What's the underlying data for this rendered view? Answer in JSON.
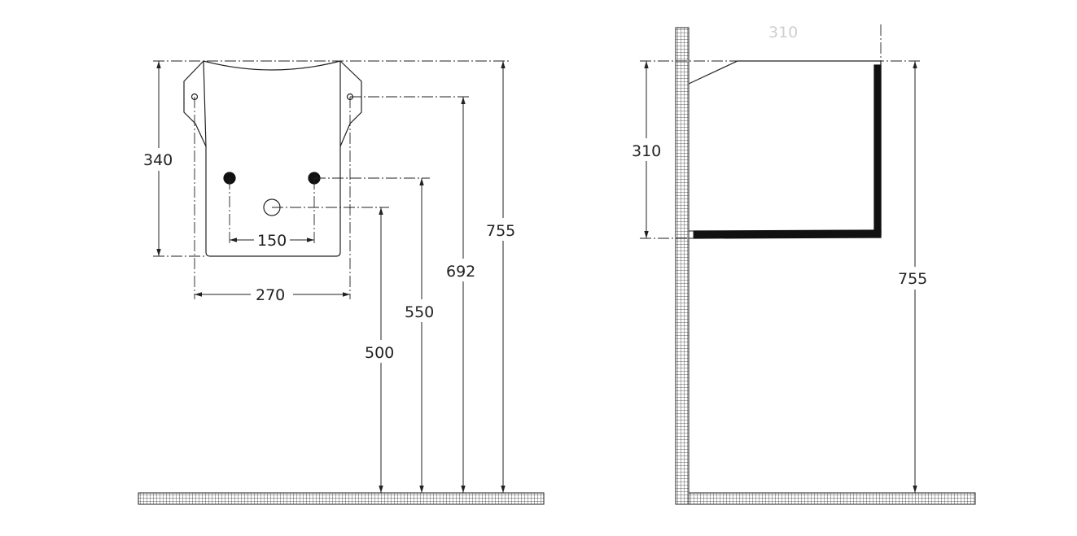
{
  "colors": {
    "line": "#222222",
    "fill_dark": "#111111",
    "hatch_bg": "#ffffff",
    "faint_text": "#cfcfcf"
  },
  "front_view": {
    "dimensions": {
      "height_340": "340",
      "height_755": "755",
      "height_692": "692",
      "height_550": "550",
      "height_500": "500",
      "width_270": "270",
      "spacing_150": "150"
    }
  },
  "side_view": {
    "dimensions": {
      "top_faint": "310",
      "height_310": "310",
      "height_755": "755"
    }
  }
}
